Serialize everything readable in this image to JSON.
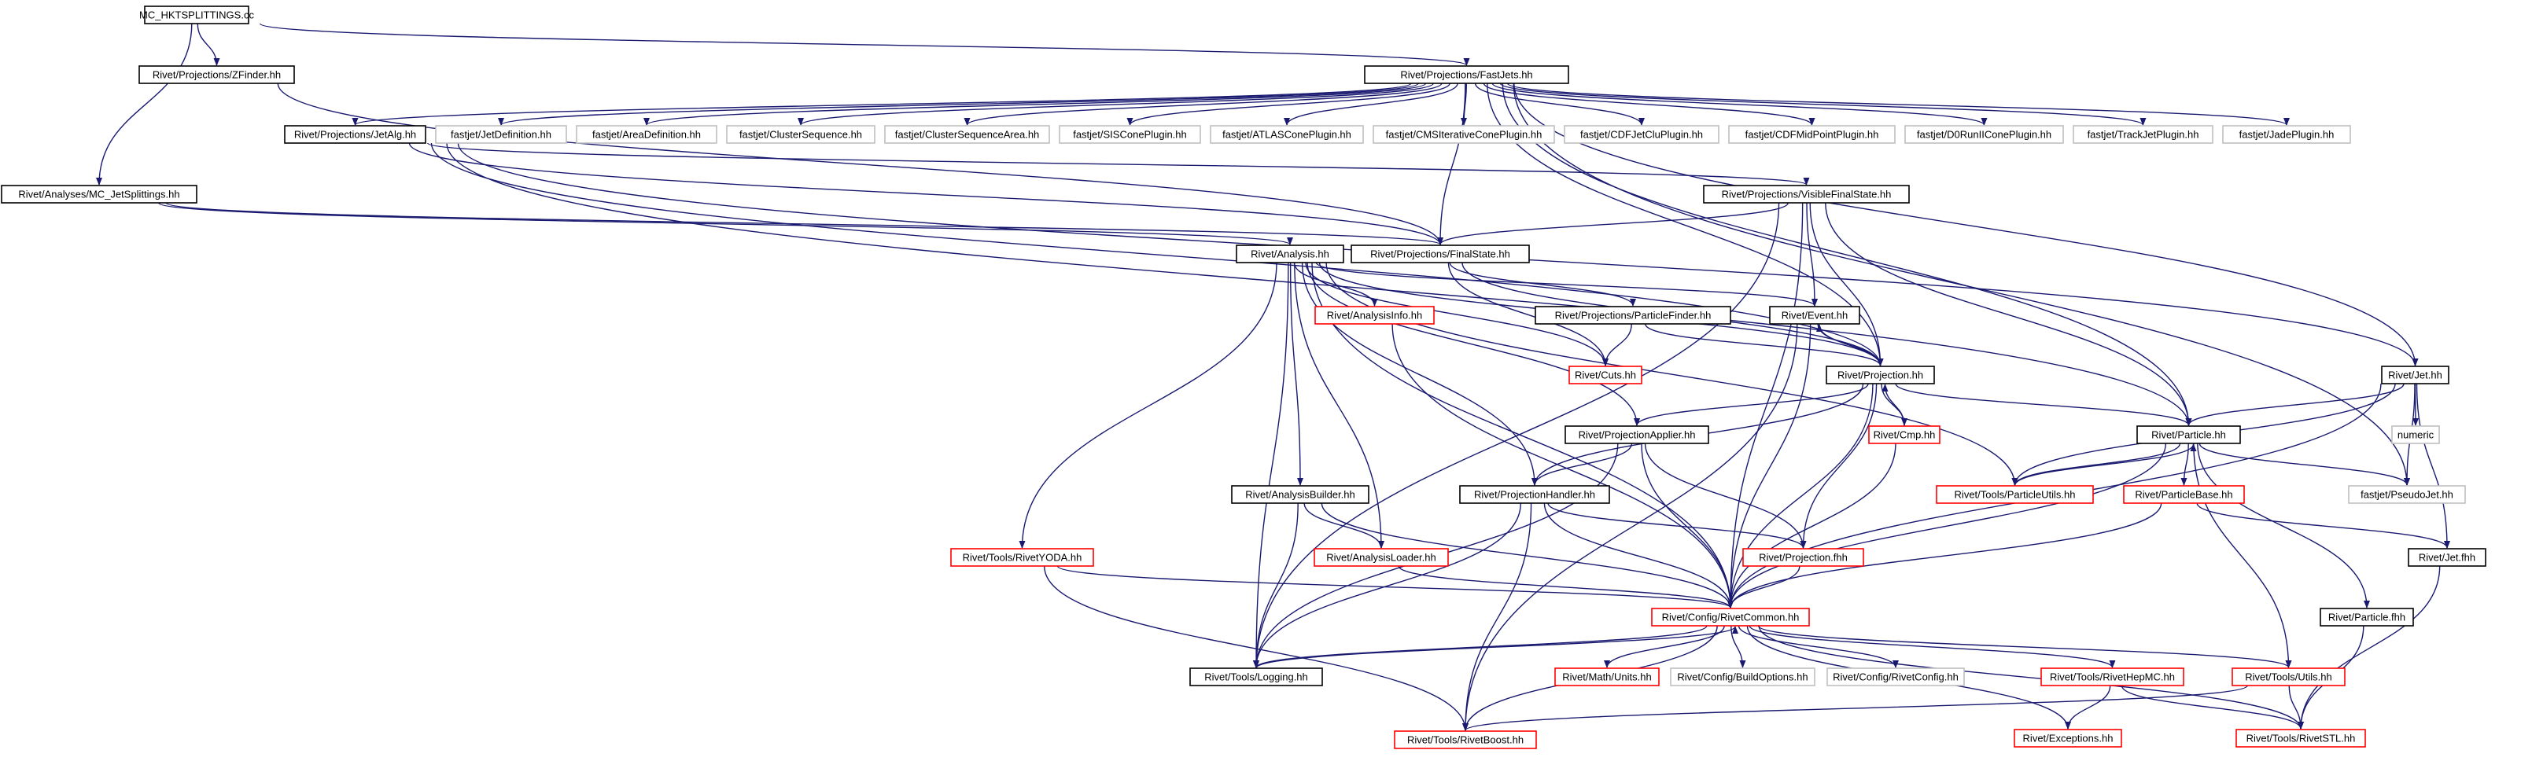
{
  "diagram": {
    "title": "",
    "colors": {
      "edge": "#191970",
      "node_border_default": "#000000",
      "node_border_red": "#ff0000",
      "node_border_gray": "#bfbfbf",
      "root_fill": "#bfbfbf",
      "text": "#000000"
    },
    "nodes": [
      {
        "id": "root",
        "label": "MC_HKTSPLITTINGS.cc",
        "style": "root"
      },
      {
        "id": "zfinder",
        "label": "Rivet/Projections/ZFinder.hh",
        "style": "black"
      },
      {
        "id": "fastjets",
        "label": "Rivet/Projections/FastJets.hh",
        "style": "black"
      },
      {
        "id": "jetalg",
        "label": "Rivet/Projections/JetAlg.hh",
        "style": "black"
      },
      {
        "id": "fj_jetdef",
        "label": "fastjet/JetDefinition.hh",
        "style": "gray"
      },
      {
        "id": "fj_areadef",
        "label": "fastjet/AreaDefinition.hh",
        "style": "gray"
      },
      {
        "id": "fj_clseq",
        "label": "fastjet/ClusterSequence.hh",
        "style": "gray"
      },
      {
        "id": "fj_clseqarea",
        "label": "fastjet/ClusterSequenceArea.hh",
        "style": "gray"
      },
      {
        "id": "fj_siscone",
        "label": "fastjet/SISConePlugin.hh",
        "style": "gray"
      },
      {
        "id": "fj_atlascone",
        "label": "fastjet/ATLASConePlugin.hh",
        "style": "gray"
      },
      {
        "id": "fj_cmsiter",
        "label": "fastjet/CMSIterativeConePlugin.hh",
        "style": "gray"
      },
      {
        "id": "fj_cdfjetclu",
        "label": "fastjet/CDFJetCluPlugin.hh",
        "style": "gray"
      },
      {
        "id": "fj_cdfmidpoint",
        "label": "fastjet/CDFMidPointPlugin.hh",
        "style": "gray"
      },
      {
        "id": "fj_d0run",
        "label": "fastjet/D0RunIIConePlugin.hh",
        "style": "gray"
      },
      {
        "id": "fj_trackjet",
        "label": "fastjet/TrackJetPlugin.hh",
        "style": "gray"
      },
      {
        "id": "fj_jade",
        "label": "fastjet/JadePlugin.hh",
        "style": "gray"
      },
      {
        "id": "mcjetsplit",
        "label": "Rivet/Analyses/MC_JetSplittings.hh",
        "style": "black"
      },
      {
        "id": "visiblefs",
        "label": "Rivet/Projections/VisibleFinalState.hh",
        "style": "black"
      },
      {
        "id": "analysis",
        "label": "Rivet/Analysis.hh",
        "style": "black"
      },
      {
        "id": "finalstate",
        "label": "Rivet/Projections/FinalState.hh",
        "style": "black"
      },
      {
        "id": "analysisinfo",
        "label": "Rivet/AnalysisInfo.hh",
        "style": "red"
      },
      {
        "id": "particlefinder",
        "label": "Rivet/Projections/ParticleFinder.hh",
        "style": "black"
      },
      {
        "id": "event",
        "label": "Rivet/Event.hh",
        "style": "black"
      },
      {
        "id": "cuts",
        "label": "Rivet/Cuts.hh",
        "style": "red"
      },
      {
        "id": "projection",
        "label": "Rivet/Projection.hh",
        "style": "black"
      },
      {
        "id": "jet",
        "label": "Rivet/Jet.hh",
        "style": "black"
      },
      {
        "id": "numeric",
        "label": "numeric",
        "style": "gray"
      },
      {
        "id": "projapplier",
        "label": "Rivet/ProjectionApplier.hh",
        "style": "black"
      },
      {
        "id": "cmp",
        "label": "Rivet/Cmp.hh",
        "style": "red"
      },
      {
        "id": "particle",
        "label": "Rivet/Particle.hh",
        "style": "black"
      },
      {
        "id": "analysisbuilder",
        "label": "Rivet/AnalysisBuilder.hh",
        "style": "black"
      },
      {
        "id": "projhandler",
        "label": "Rivet/ProjectionHandler.hh",
        "style": "black"
      },
      {
        "id": "particleutils",
        "label": "Rivet/Tools/ParticleUtils.hh",
        "style": "red"
      },
      {
        "id": "particlebase",
        "label": "Rivet/ParticleBase.hh",
        "style": "red"
      },
      {
        "id": "pseudojet",
        "label": "fastjet/PseudoJet.hh",
        "style": "gray"
      },
      {
        "id": "rivetyoda",
        "label": "Rivet/Tools/RivetYODA.hh",
        "style": "red"
      },
      {
        "id": "analysisloader",
        "label": "Rivet/AnalysisLoader.hh",
        "style": "red"
      },
      {
        "id": "projfhh",
        "label": "Rivet/Projection.fhh",
        "style": "red"
      },
      {
        "id": "jetfhh",
        "label": "Rivet/Jet.fhh",
        "style": "black"
      },
      {
        "id": "rivetcommon",
        "label": "Rivet/Config/RivetCommon.hh",
        "style": "red"
      },
      {
        "id": "particlefhh",
        "label": "Rivet/Particle.fhh",
        "style": "black"
      },
      {
        "id": "logging",
        "label": "Rivet/Tools/Logging.hh",
        "style": "black"
      },
      {
        "id": "mathunits",
        "label": "Rivet/Math/Units.hh",
        "style": "red"
      },
      {
        "id": "buildoptions",
        "label": "Rivet/Config/BuildOptions.hh",
        "style": "gray"
      },
      {
        "id": "rivetconfig",
        "label": "Rivet/Config/RivetConfig.hh",
        "style": "gray"
      },
      {
        "id": "rivethepmc",
        "label": "Rivet/Tools/RivetHepMC.hh",
        "style": "red"
      },
      {
        "id": "utils",
        "label": "Rivet/Tools/Utils.hh",
        "style": "red"
      },
      {
        "id": "exceptions",
        "label": "Rivet/Exceptions.hh",
        "style": "red"
      },
      {
        "id": "rivetboost",
        "label": "Rivet/Tools/RivetBoost.hh",
        "style": "red"
      },
      {
        "id": "rivetstl",
        "label": "Rivet/Tools/RivetSTL.hh",
        "style": "red"
      }
    ],
    "edges": [
      [
        "root",
        "zfinder"
      ],
      [
        "root",
        "fastjets"
      ],
      [
        "root",
        "mcjetsplit"
      ],
      [
        "zfinder",
        "finalstate"
      ],
      [
        "fastjets",
        "jetalg"
      ],
      [
        "fastjets",
        "fj_jetdef"
      ],
      [
        "fastjets",
        "fj_areadef"
      ],
      [
        "fastjets",
        "fj_clseq"
      ],
      [
        "fastjets",
        "fj_clseqarea"
      ],
      [
        "fastjets",
        "fj_siscone"
      ],
      [
        "fastjets",
        "fj_atlascone"
      ],
      [
        "fastjets",
        "fj_cmsiter"
      ],
      [
        "fastjets",
        "fj_cdfjetclu"
      ],
      [
        "fastjets",
        "fj_cdfmidpoint"
      ],
      [
        "fastjets",
        "fj_d0run"
      ],
      [
        "fastjets",
        "fj_trackjet"
      ],
      [
        "fastjets",
        "fj_jade"
      ],
      [
        "fastjets",
        "finalstate"
      ],
      [
        "fastjets",
        "projection"
      ],
      [
        "fastjets",
        "jet"
      ],
      [
        "fastjets",
        "particle"
      ],
      [
        "fastjets",
        "pseudojet"
      ],
      [
        "jetalg",
        "visiblefs"
      ],
      [
        "jetalg",
        "finalstate"
      ],
      [
        "jetalg",
        "projection"
      ],
      [
        "jetalg",
        "jet"
      ],
      [
        "jetalg",
        "particle"
      ],
      [
        "mcjetsplit",
        "analysis"
      ],
      [
        "mcjetsplit",
        "finalstate"
      ],
      [
        "visiblefs",
        "finalstate"
      ],
      [
        "visiblefs",
        "event"
      ],
      [
        "visiblefs",
        "projection"
      ],
      [
        "visiblefs",
        "particle"
      ],
      [
        "visiblefs",
        "rivetcommon"
      ],
      [
        "visiblefs",
        "logging"
      ],
      [
        "analysis",
        "analysisinfo"
      ],
      [
        "analysis",
        "event"
      ],
      [
        "analysis",
        "projection"
      ],
      [
        "analysis",
        "projapplier"
      ],
      [
        "analysis",
        "projhandler"
      ],
      [
        "analysis",
        "analysisbuilder"
      ],
      [
        "analysis",
        "analysisloader"
      ],
      [
        "analysis",
        "rivetyoda"
      ],
      [
        "analysis",
        "rivetcommon"
      ],
      [
        "analysis",
        "logging"
      ],
      [
        "analysis",
        "particleutils"
      ],
      [
        "analysis",
        "cuts"
      ],
      [
        "finalstate",
        "particlefinder"
      ],
      [
        "finalstate",
        "cuts"
      ],
      [
        "finalstate",
        "projection"
      ],
      [
        "particlefinder",
        "projection"
      ],
      [
        "particlefinder",
        "cuts"
      ],
      [
        "event",
        "projection"
      ],
      [
        "event",
        "rivetcommon"
      ],
      [
        "event",
        "rivetboost"
      ],
      [
        "projection",
        "event"
      ],
      [
        "projection",
        "projapplier"
      ],
      [
        "projection",
        "cmp"
      ],
      [
        "projection",
        "particle"
      ],
      [
        "projection",
        "projfhh"
      ],
      [
        "projection",
        "rivetcommon"
      ],
      [
        "projection",
        "projhandler"
      ],
      [
        "cmp",
        "projection"
      ],
      [
        "cmp",
        "rivetcommon"
      ],
      [
        "jet",
        "particle"
      ],
      [
        "jet",
        "numeric"
      ],
      [
        "jet",
        "pseudojet"
      ],
      [
        "jet",
        "jetfhh"
      ],
      [
        "jet",
        "rivetcommon"
      ],
      [
        "jet",
        "particleutils"
      ],
      [
        "projapplier",
        "projhandler"
      ],
      [
        "projapplier",
        "projfhh"
      ],
      [
        "projapplier",
        "rivetcommon"
      ],
      [
        "projapplier",
        "logging"
      ],
      [
        "particle",
        "particlebase"
      ],
      [
        "particle",
        "particleutils"
      ],
      [
        "particle",
        "pseudojet"
      ],
      [
        "particle",
        "particlefhh"
      ],
      [
        "particle",
        "rivetcommon"
      ],
      [
        "particle",
        "utils"
      ],
      [
        "particleutils",
        "particle"
      ],
      [
        "particlebase",
        "rivetcommon"
      ],
      [
        "particlebase",
        "jetfhh"
      ],
      [
        "analysisinfo",
        "rivetcommon"
      ],
      [
        "analysisbuilder",
        "analysisloader"
      ],
      [
        "analysisbuilder",
        "rivetcommon"
      ],
      [
        "analysisbuilder",
        "logging"
      ],
      [
        "projhandler",
        "projfhh"
      ],
      [
        "projhandler",
        "rivetcommon"
      ],
      [
        "projhandler",
        "logging"
      ],
      [
        "projhandler",
        "rivetboost"
      ],
      [
        "rivetyoda",
        "rivetcommon"
      ],
      [
        "rivetyoda",
        "rivetboost"
      ],
      [
        "analysisloader",
        "rivetcommon"
      ],
      [
        "projfhh",
        "rivetcommon"
      ],
      [
        "jetfhh",
        "rivetstl"
      ],
      [
        "particlefhh",
        "rivetstl"
      ],
      [
        "rivetcommon",
        "logging"
      ],
      [
        "rivetcommon",
        "mathunits"
      ],
      [
        "rivetcommon",
        "buildoptions"
      ],
      [
        "rivetcommon",
        "rivetconfig"
      ],
      [
        "rivetcommon",
        "rivethepmc"
      ],
      [
        "rivetcommon",
        "utils"
      ],
      [
        "rivetcommon",
        "exceptions"
      ],
      [
        "rivetcommon",
        "rivetboost"
      ],
      [
        "rivetcommon",
        "rivetstl"
      ],
      [
        "logging",
        "rivetcommon"
      ],
      [
        "rivethepmc",
        "exceptions"
      ],
      [
        "rivethepmc",
        "rivetstl"
      ],
      [
        "utils",
        "rivetstl"
      ],
      [
        "utils",
        "rivetboost"
      ]
    ]
  }
}
